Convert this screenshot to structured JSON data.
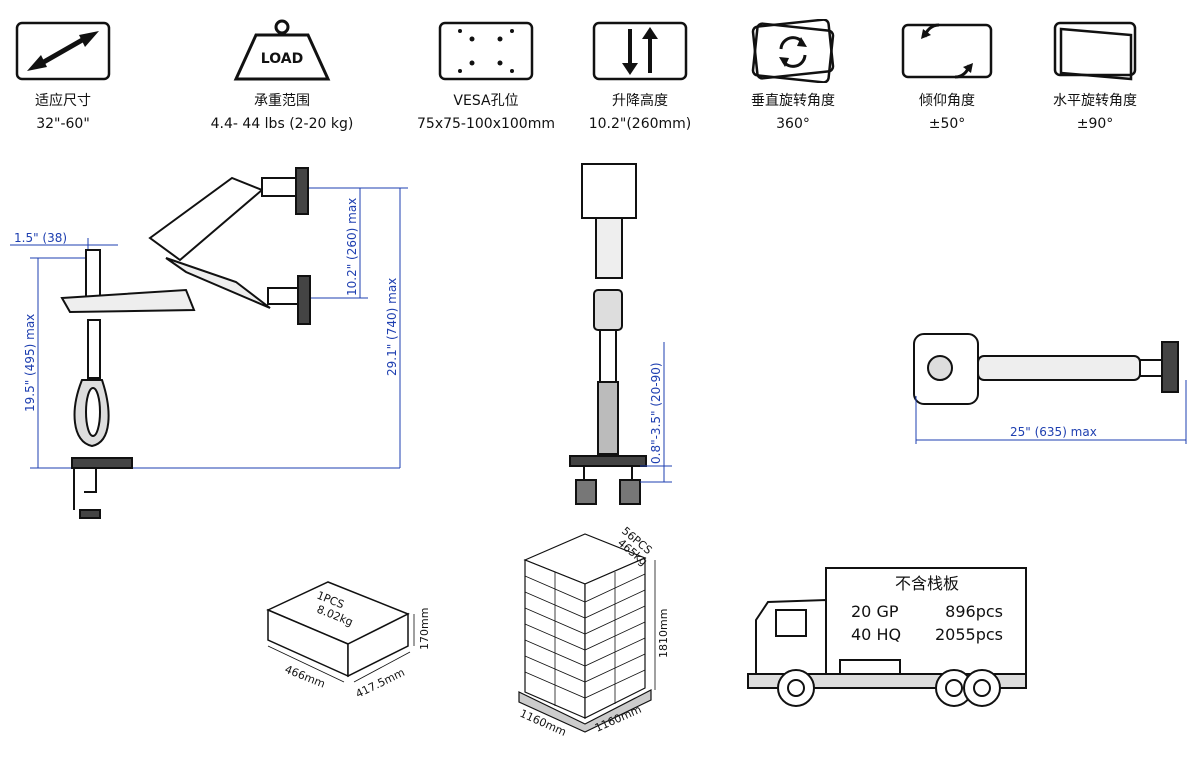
{
  "specs": [
    {
      "icon": "size-arrows-icon",
      "label": "适应尺寸",
      "value": "32\"-60\""
    },
    {
      "icon": "load-weight-icon",
      "icon_text": "LOAD",
      "label": "承重范围",
      "value": "4.4- 44 lbs (2-20 kg)"
    },
    {
      "icon": "vesa-plate-icon",
      "label": "VESA孔位",
      "value": "75x75-100x100mm"
    },
    {
      "icon": "height-arrows-icon",
      "label": "升降高度",
      "value": "10.2\"(260mm)"
    },
    {
      "icon": "rotation-icon",
      "label": "垂直旋转角度",
      "value": "360°"
    },
    {
      "icon": "tilt-icon",
      "label": "倾仰角度",
      "value": "±50°"
    },
    {
      "icon": "swivel-icon",
      "label": "水平旋转角度",
      "value": "±90°"
    }
  ],
  "side_dims": {
    "offset": "1.5\" (38)",
    "lift": "10.2\" (260) max",
    "total_height": "29.1\" (740) max",
    "pole_height": "19.5\" (495) max"
  },
  "front_dims": {
    "clamp_range": "0.8\"-3.5\" (20-90)"
  },
  "top_dims": {
    "reach": "25\" (635) max"
  },
  "carton": {
    "pcs": "1PCS",
    "weight": "8.02kg",
    "length": "466mm",
    "width": "417.5mm",
    "height": "170mm"
  },
  "pallet": {
    "pcs": "56PCS",
    "weight": "465kg",
    "height": "1810mm",
    "length": "1160mm",
    "width": "1160mm"
  },
  "truck": {
    "title": "不含栈板",
    "rows": [
      {
        "container": "20 GP",
        "qty": "896pcs"
      },
      {
        "container": "40 HQ",
        "qty": "2055pcs"
      }
    ]
  }
}
